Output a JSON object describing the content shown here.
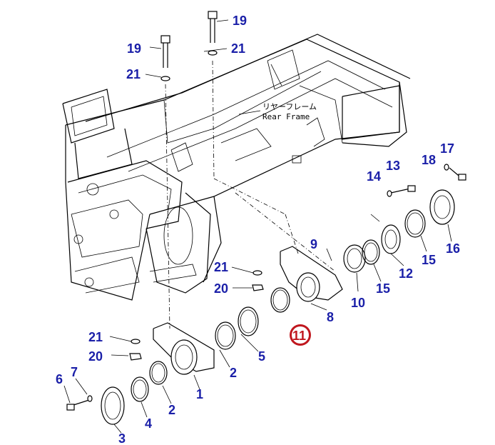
{
  "frame_label": {
    "japanese": "リヤーフレーム",
    "english": "Rear Frame"
  },
  "callouts": {
    "c19a": "19",
    "c19b": "19",
    "c21a": "21",
    "c21b": "21",
    "c17": "17",
    "c18": "18",
    "c13": "13",
    "c14": "14",
    "c9": "9",
    "c16": "16",
    "c15a": "15",
    "c12": "12",
    "c21c": "21",
    "c20a": "20",
    "c15b": "15",
    "c10": "10",
    "c8": "8",
    "c11": "11",
    "c21d": "21",
    "c20b": "20",
    "c5": "5",
    "c2a": "2",
    "c7": "7",
    "c6": "6",
    "c1": "1",
    "c2b": "2",
    "c4": "4",
    "c3": "3"
  },
  "colors": {
    "callout_text": "#1a1fa8",
    "highlight": "#c0171e",
    "line_art": "#000000",
    "background": "#ffffff"
  }
}
